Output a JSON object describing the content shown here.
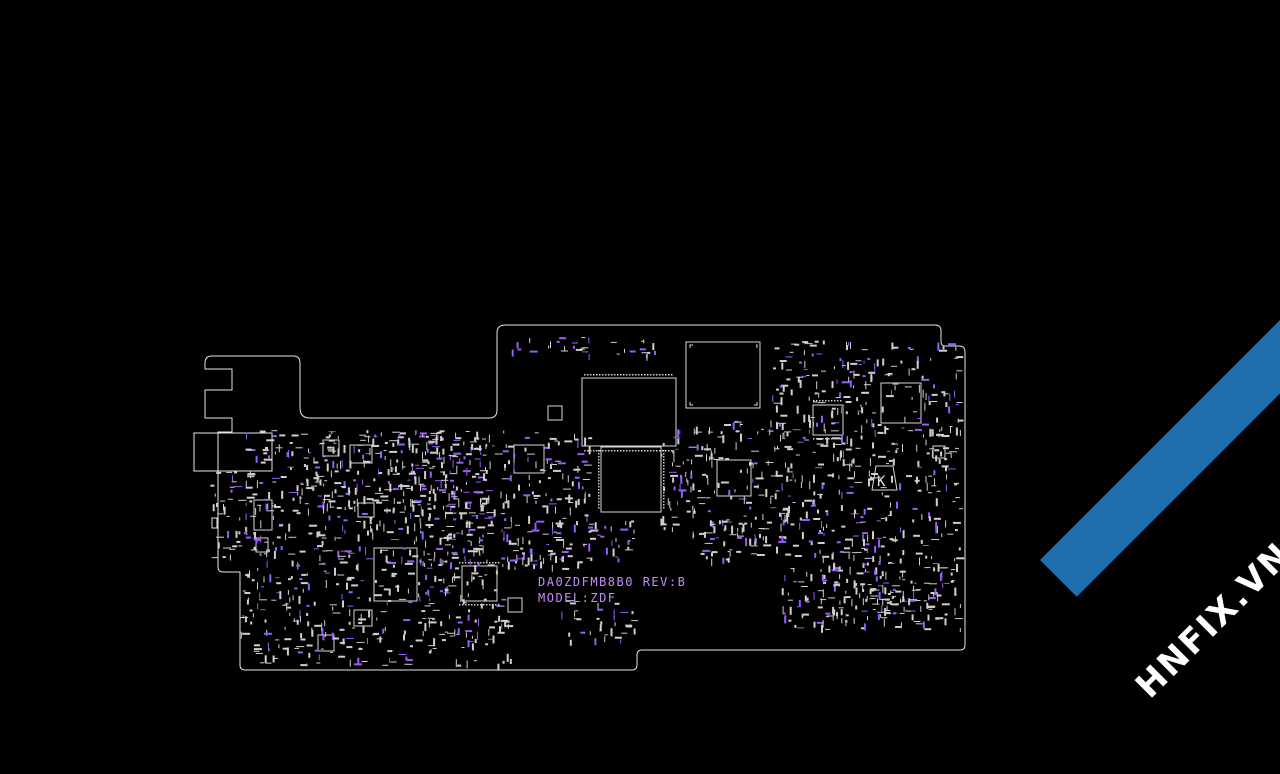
{
  "board": {
    "part_number": "DA0ZDFMB8B0 REV:B",
    "model": "MODEL:ZDF",
    "silk_mark": "K"
  },
  "watermark": {
    "text": "HNFIX.VN"
  },
  "colors": {
    "background": "#000000",
    "outline": "#e6e6e6",
    "silkscreen": "#c58cff",
    "traces": "#9a5cff",
    "components": "#d8d8d8",
    "ribbon": "#1f6fb0"
  }
}
